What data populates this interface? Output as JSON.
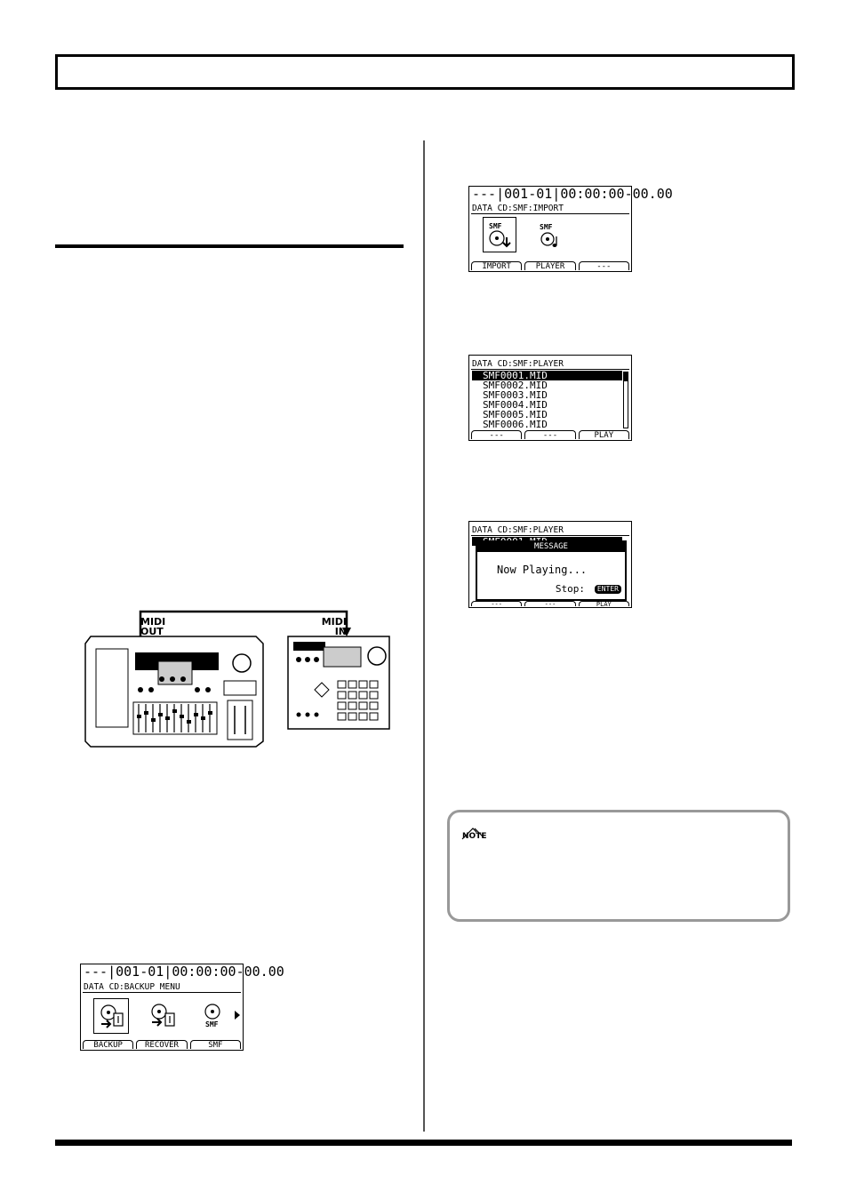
{
  "lcd_import": {
    "status": "---|001-01|00:00:00-00.00",
    "title": "DATA CD:SMF:IMPORT",
    "icon_labels": [
      "SMF",
      "SMF"
    ],
    "fkeys": [
      "IMPORT",
      "PLAYER",
      "---"
    ]
  },
  "lcd_player": {
    "title": "DATA CD:SMF:PLAYER",
    "files": [
      "SMF0001.MID",
      "SMF0002.MID",
      "SMF0003.MID",
      "SMF0004.MID",
      "SMF0005.MID",
      "SMF0006.MID"
    ],
    "fkeys": [
      "---",
      "---",
      "PLAY"
    ]
  },
  "lcd_message": {
    "title": "DATA CD:SMF:PLAYER",
    "behind_item": "SMF0001.MID",
    "dialog_title": "MESSAGE",
    "message": "Now Playing...",
    "stop_label": "Stop:",
    "enter_label": "ENTER",
    "fkeys": [
      "---",
      "---",
      "PLAY"
    ]
  },
  "lcd_backup": {
    "status": "---|001-01|00:00:00-00.00",
    "title": "DATA CD:BACKUP MENU",
    "smf_label": "SMF",
    "fkeys": [
      "BACKUP",
      "RECOVER",
      "SMF"
    ]
  },
  "diagram": {
    "midi_out": [
      "MIDI",
      "OUT"
    ],
    "midi_in": [
      "MIDI",
      "IN"
    ]
  },
  "note": {
    "label": "NOTE"
  }
}
